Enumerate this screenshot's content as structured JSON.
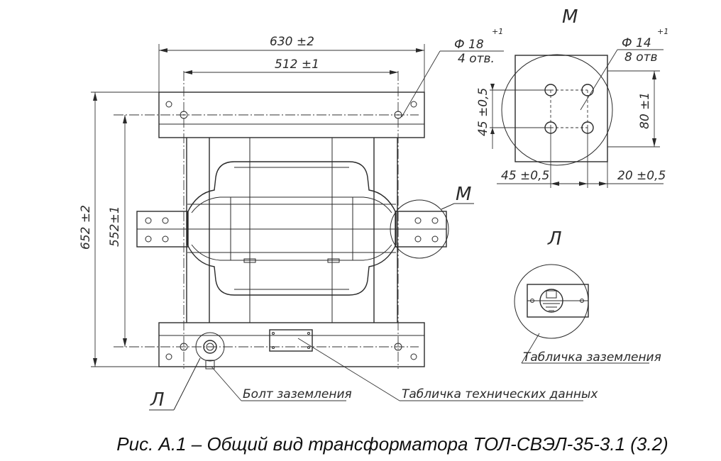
{
  "dimensions": {
    "overall_width": "630 ±2",
    "bolt_span": "512 ±1",
    "overall_height": "652 ±2",
    "bolt_height": "552±1",
    "hole_main": "Ф 18",
    "hole_main_tol": "+1",
    "hole_main_count": "4 отв.",
    "hole_detail": "Ф 14",
    "hole_detail_tol": "+1",
    "hole_detail_count": "8 отв",
    "detail_v1": "45 ±0,5",
    "detail_v2": "80 ±1",
    "detail_h1": "45 ±0,5",
    "detail_h2": "20 ±0,5"
  },
  "views": {
    "detail_m": "М",
    "detail_m_callout": "М",
    "detail_l": "Л",
    "detail_l_callout": "Л"
  },
  "callouts": {
    "grounding_plate": "Табличка заземления",
    "grounding_bolt": "Болт заземления",
    "nameplate": "Табличка технических данных"
  },
  "caption": "Рис. А.1 – Общий вид трансформатора ТОЛ-СВЭЛ-35-3.1 (3.2)"
}
